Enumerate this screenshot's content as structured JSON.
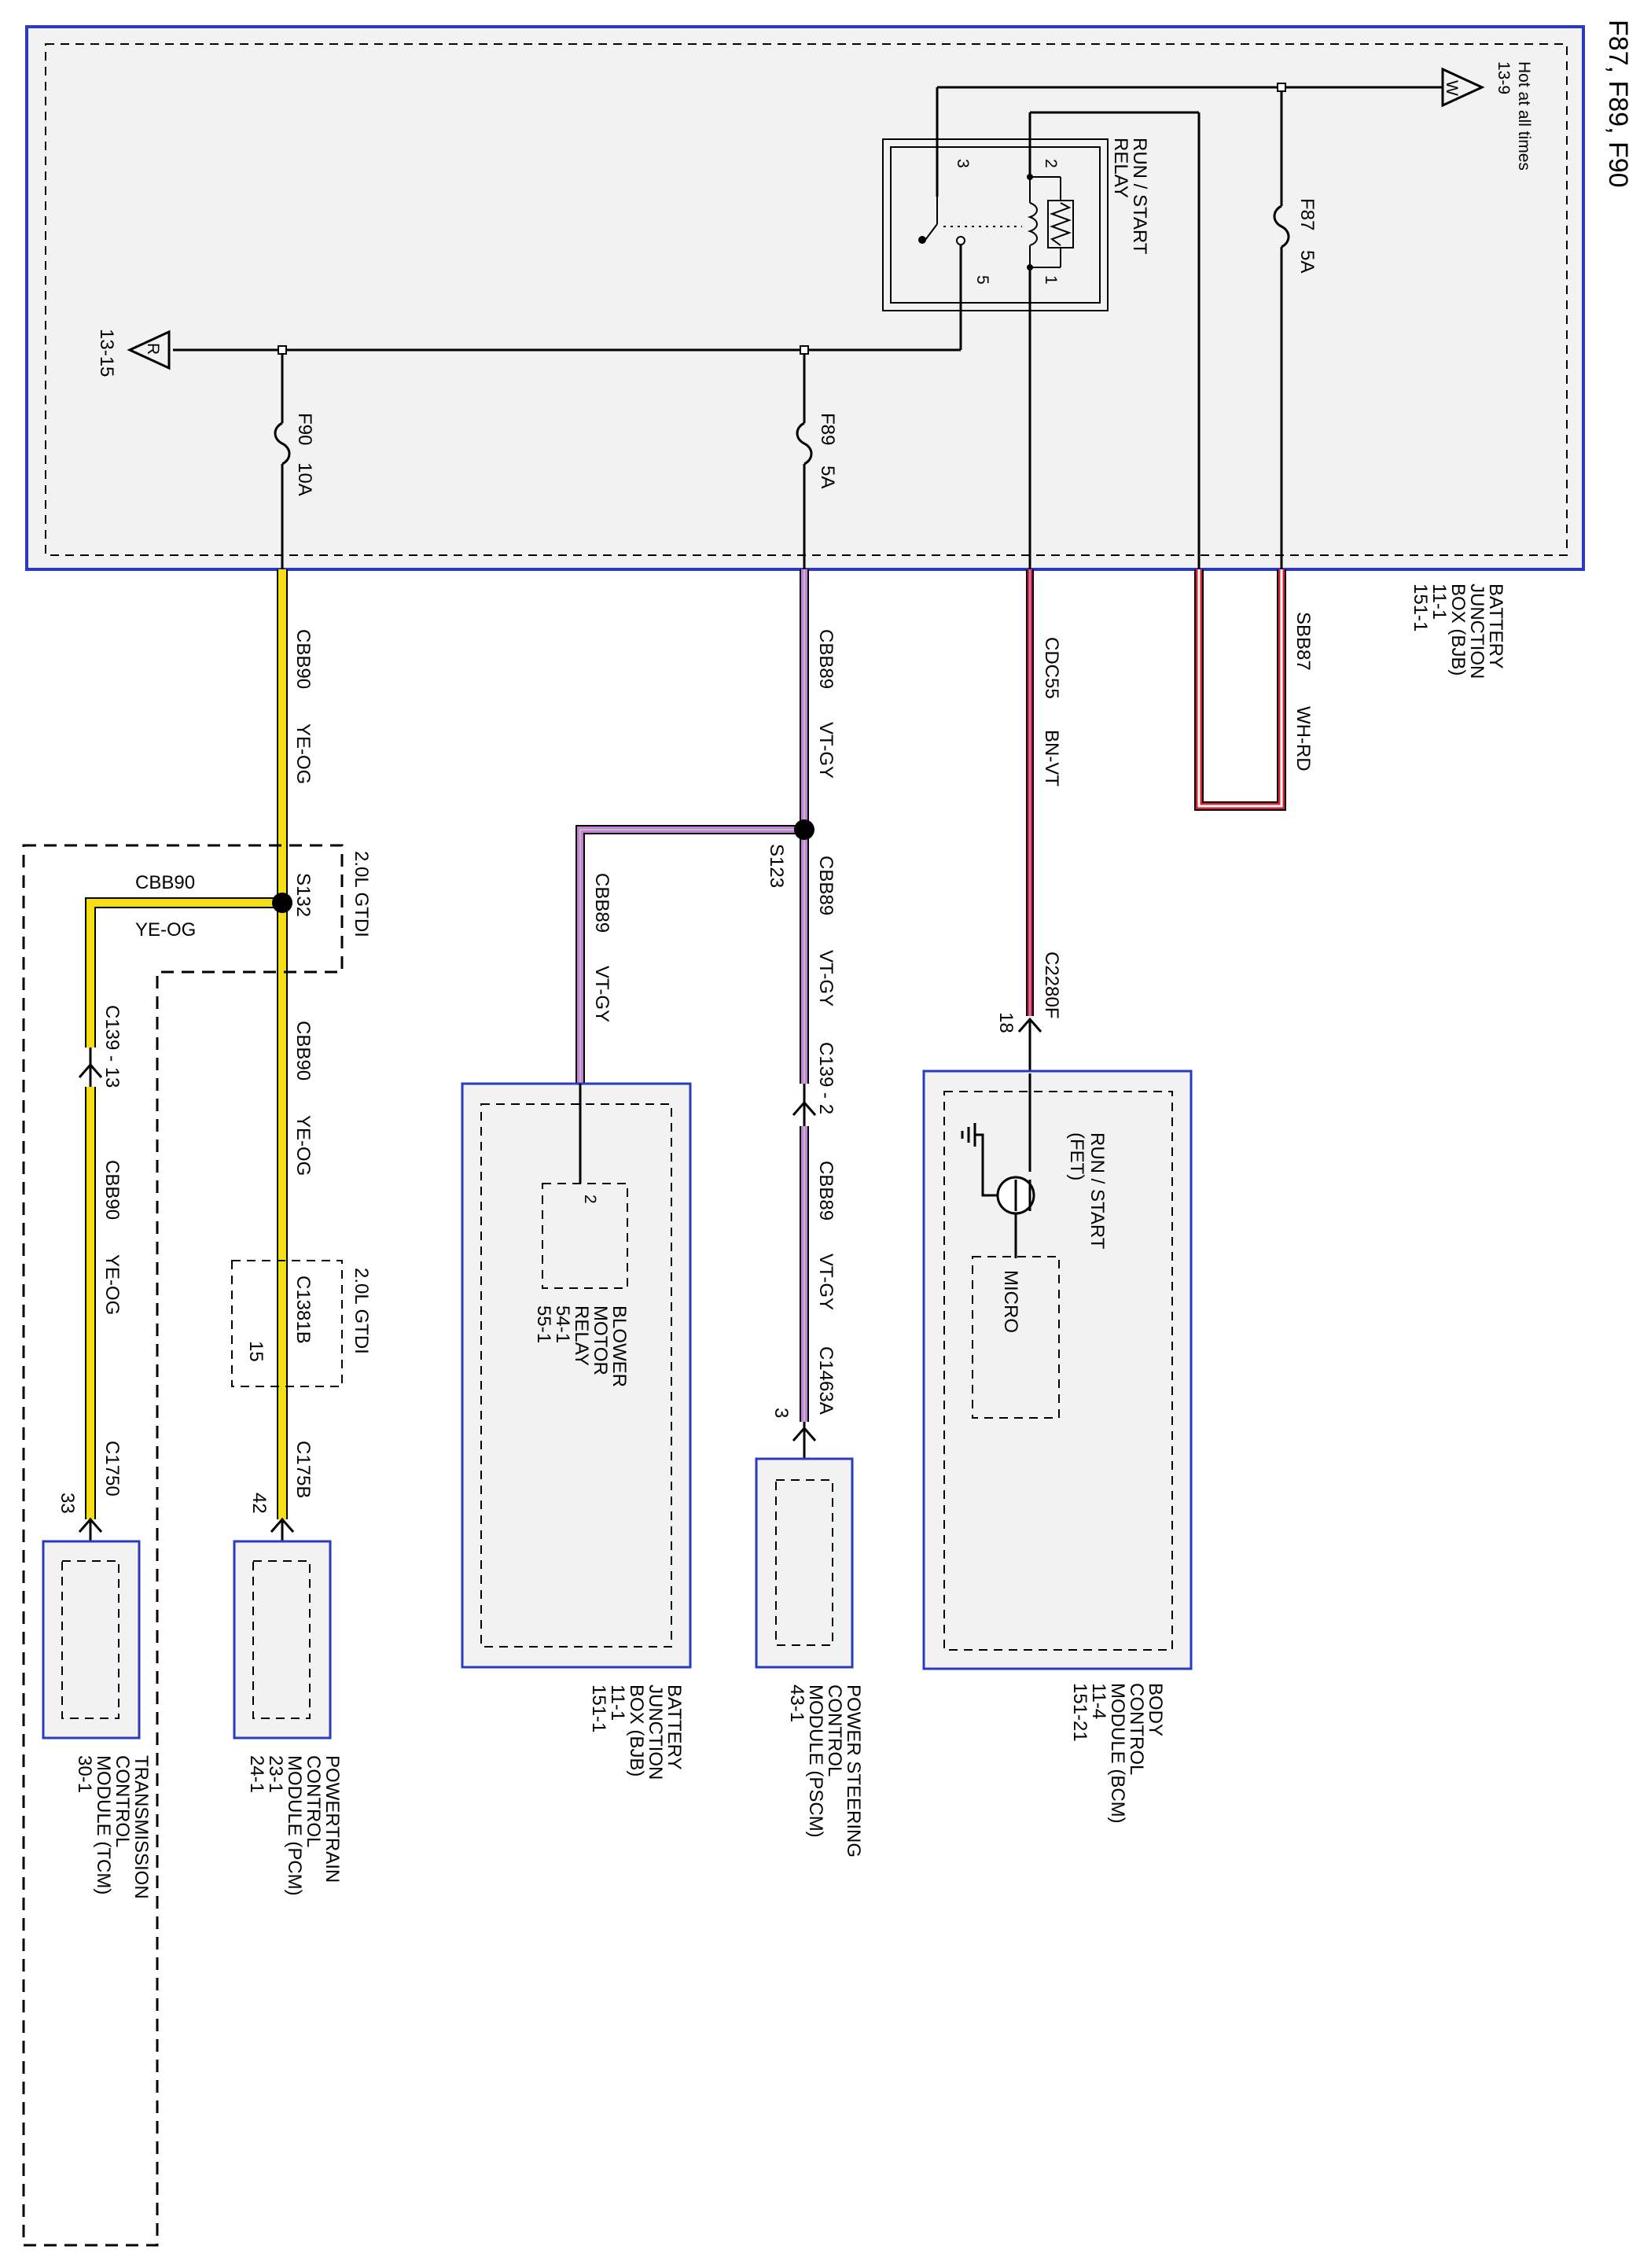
{
  "title": "F87, F89, F90",
  "colors": {
    "ye_og": "#f2e200",
    "vt_gy": "#c97fd9",
    "bn_vt": "#d8202e",
    "wh_rd": "#d8202e",
    "module_border": "#2b3bbf",
    "module_fill": "#f2f2f2"
  },
  "bjb": {
    "hot_label": "Hot at all times",
    "hot_ref": "13-9",
    "w_letter": "W",
    "r_letter": "R",
    "r_ref": "13-15",
    "relay": {
      "name_line1": "RUN / START",
      "name_line2": "RELAY",
      "pin1": "1",
      "pin2": "2",
      "pin3": "3",
      "pin5": "5"
    },
    "f87": "F87",
    "f87_rating": "5A",
    "f89": "F89",
    "f89_rating": "5A",
    "f90": "F90",
    "f90_rating": "10A",
    "label_line1": "BATTERY",
    "label_line2": "JUNCTION",
    "label_line3": "BOX (BJB)",
    "label_line4": "11-1",
    "label_line5": "151-1"
  },
  "wires": {
    "sbb87": "SBB87",
    "sbb87_color": "WH-RD",
    "cdc55": "CDC55",
    "cdc55_color": "BN-VT",
    "cbb89": "CBB89",
    "cbb89_color": "VT-GY",
    "cbb90": "CBB90",
    "cbb90_color": "YE-OG"
  },
  "splices": {
    "s123": "S123",
    "s132": "S132",
    "gtdi": "2.0L GTDI",
    "gtdi2": "2.0L GTDI"
  },
  "connectors": {
    "c2280f": "C2280F",
    "c2280f_pin": "18",
    "c139_2": "C139 - 2",
    "c139_13": "C139 - 13",
    "c1463a": "C1463A",
    "c1463a_pin": "3",
    "c1381b": "C1381B",
    "c1381b_pin": "15",
    "c175b": "C175B",
    "c175b_pin": "42",
    "c1750": "C1750",
    "c1750_pin": "33"
  },
  "bcm": {
    "fet_line1": "RUN / START",
    "fet_line2": "(FET)",
    "micro": "MICRO",
    "l1": "BODY",
    "l2": "CONTROL",
    "l3": "MODULE (BCM)",
    "l4": "11-4",
    "l5": "151-21"
  },
  "pscm": {
    "l1": "POWER STEERING",
    "l2": "CONTROL",
    "l3": "MODULE (PSCM)",
    "l4": "43-1"
  },
  "blower": {
    "pin": "2",
    "r1": "BLOWER",
    "r2": "MOTOR",
    "r3": "RELAY",
    "r4": "54-1",
    "r5": "55-1",
    "l1": "BATTERY",
    "l2": "JUNCTION",
    "l3": "BOX (BJB)",
    "l4": "11-1",
    "l5": "151-1"
  },
  "pcm": {
    "l1": "POWERTRAIN",
    "l2": "CONTROL",
    "l3": "MODULE (PCM)",
    "l4": "23-1",
    "l5": "24-1"
  },
  "tcm": {
    "l1": "TRANSMISSION",
    "l2": "CONTROL",
    "l3": "MODULE (TCM)",
    "l4": "30-1"
  }
}
